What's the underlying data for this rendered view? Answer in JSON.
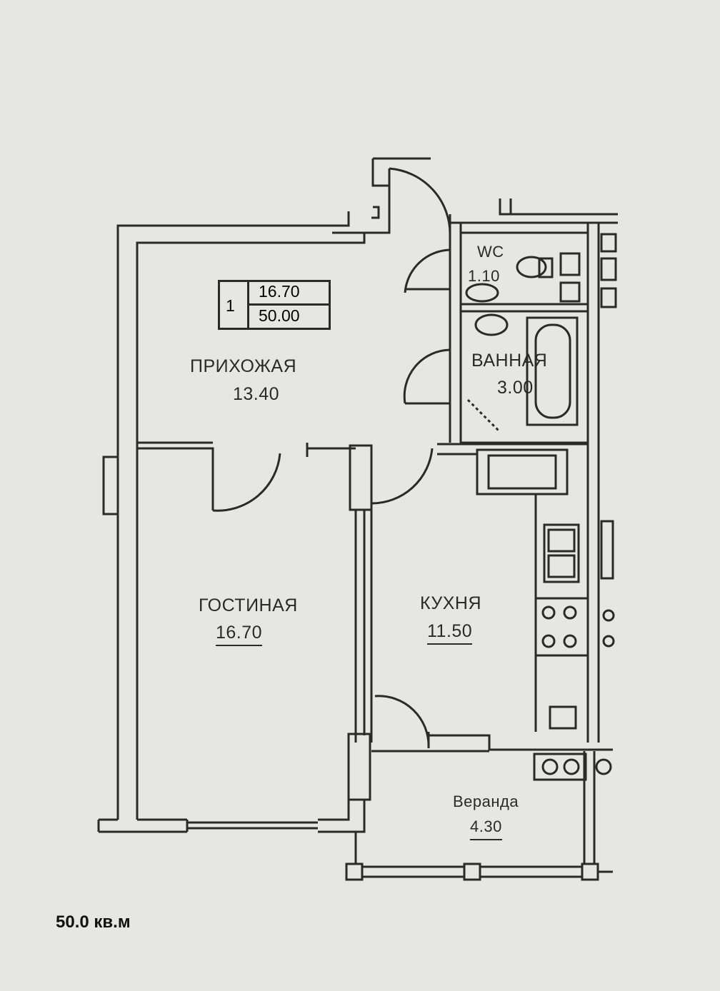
{
  "apartment": {
    "number": "1",
    "living_area": "16.70",
    "total_area": "50.00"
  },
  "rooms": {
    "hallway": {
      "name": "ПРИХОЖАЯ",
      "area": "13.40"
    },
    "wc": {
      "name": "WC",
      "area": "1.10"
    },
    "bathroom": {
      "name": "ВАННАЯ",
      "area": "3.00"
    },
    "living": {
      "name": "ГОСТИНАЯ",
      "area": "16.70"
    },
    "kitchen": {
      "name": "КУХНЯ",
      "area": "11.50"
    },
    "veranda": {
      "name": "Веранда",
      "area": "4.30"
    }
  },
  "caption": "50.0 кв.м",
  "colors": {
    "ink": "#2a2a2a",
    "paper": "#e6e6e4"
  }
}
